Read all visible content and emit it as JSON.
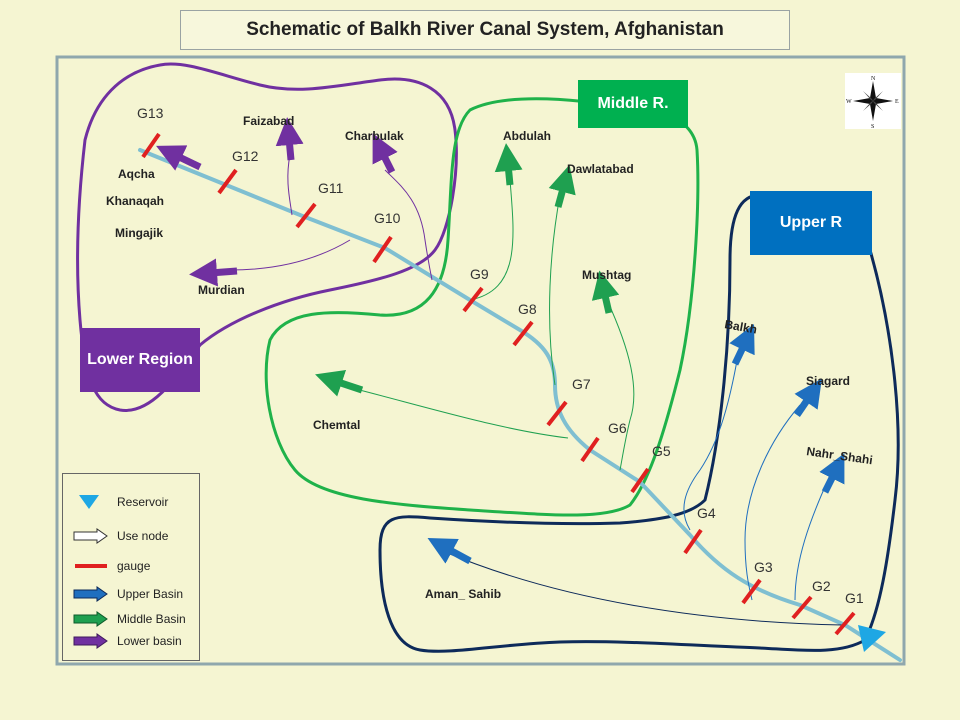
{
  "title": "Schematic of Balkh River Canal System, Afghanistan",
  "regions": {
    "lower": "Lower Region",
    "middle": "Middle R.",
    "upper": "Upper R"
  },
  "colors": {
    "river": "#7fbfd1",
    "gauge": "#e02020",
    "upper_basin": "#1f6fbf",
    "middle_basin": "#1fa050",
    "lower_basin": "#7030a0",
    "upper_boundary": "#0d2a5a",
    "middle_boundary": "#1fb24a",
    "lower_boundary": "#7030a0",
    "reservoir": "#1ea7e4",
    "lower_box": "#7030a0",
    "middle_box": "#00b050",
    "upper_box": "#0070c0"
  },
  "gauges": [
    "G1",
    "G2",
    "G3",
    "G4",
    "G5",
    "G6",
    "G7",
    "G8",
    "G9",
    "G10",
    "G11",
    "G12",
    "G13"
  ],
  "use_nodes": {
    "lower": [
      "Aqcha",
      "Khanaqah",
      "Mingajik",
      "Faizabad",
      "Charbulak",
      "Murdian"
    ],
    "middle": [
      "Abdulah",
      "Dawlatabad",
      "Mushtag",
      "Chemtal"
    ],
    "upper": [
      "Balkh",
      "Siagard",
      "Nahr_Shahi",
      "Aman_ Sahib"
    ]
  },
  "compass": {
    "n": "N",
    "s": "S",
    "e": "E",
    "w": "W",
    "icon": "compass-rose-icon"
  },
  "legend": [
    {
      "label": "Reservoir",
      "icon": "triangle-down-icon"
    },
    {
      "label": "Use node",
      "icon": "outline-arrow-icon"
    },
    {
      "label": "gauge",
      "icon": "red-line-icon"
    },
    {
      "label": "Upper  Basin",
      "icon": "blue-arrow-icon"
    },
    {
      "label": "Middle Basin",
      "icon": "green-arrow-icon"
    },
    {
      "label": "Lower basin",
      "icon": "purple-arrow-icon"
    }
  ]
}
